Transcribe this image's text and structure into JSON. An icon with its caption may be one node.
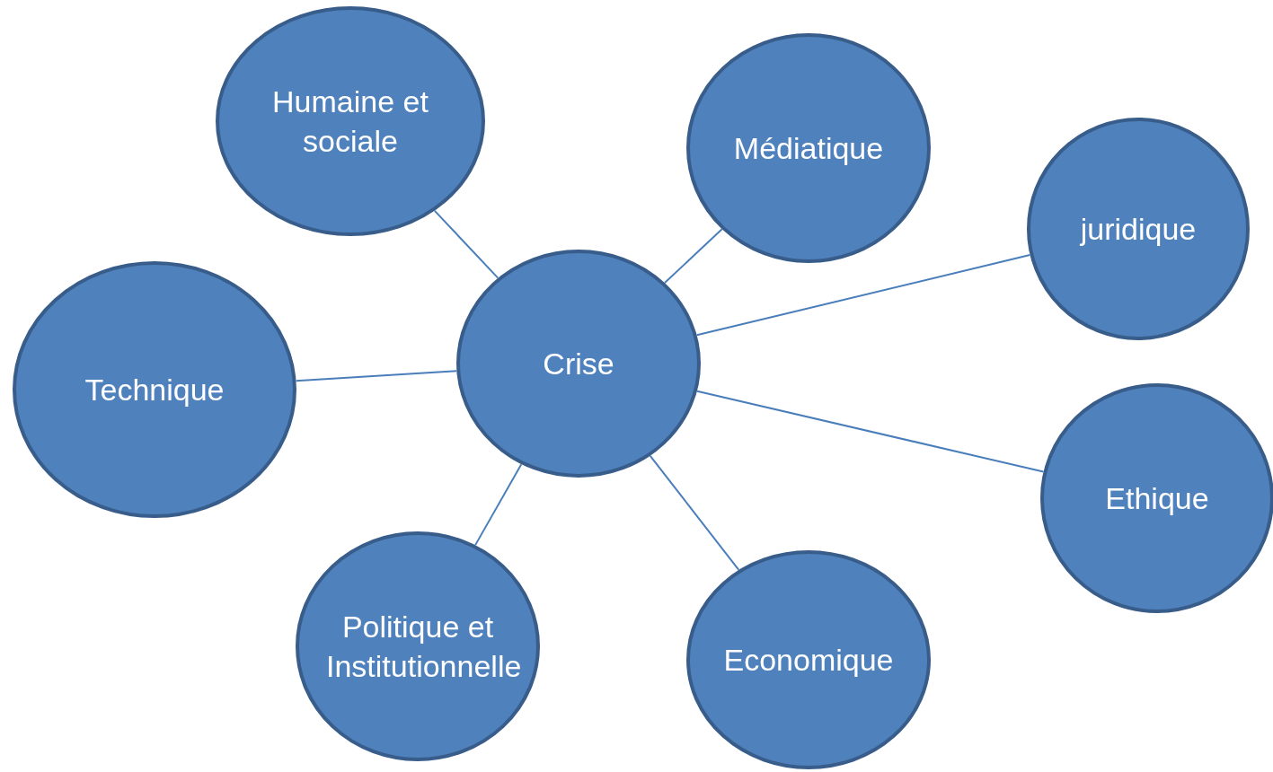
{
  "diagram": {
    "nodes": [
      {
        "text": [
          "Crise"
        ]
      },
      {
        "text": [
          "Humaine et sociale"
        ]
      },
      {
        "text": [
          "Médiatique"
        ]
      },
      {
        "text": [
          "juridique"
        ]
      },
      {
        "text": [
          "Technique"
        ]
      },
      {
        "text": [
          "Ethique"
        ]
      },
      {
        "text": [
          "Politique et Institutionnelle"
        ]
      },
      {
        "text": [
          "Economique"
        ]
      }
    ],
    "edges": [
      {
        "from": 0,
        "to": 1,
        "arrow": "none"
      },
      {
        "from": 0,
        "to": 2,
        "arrow": "none"
      },
      {
        "from": 0,
        "to": 3,
        "arrow": "none"
      },
      {
        "from": 0,
        "to": 4,
        "arrow": "none"
      },
      {
        "from": 0,
        "to": 5,
        "arrow": "none"
      },
      {
        "from": 0,
        "to": 6,
        "arrow": "none"
      },
      {
        "from": 0,
        "to": 7,
        "arrow": "none"
      }
    ]
  }
}
